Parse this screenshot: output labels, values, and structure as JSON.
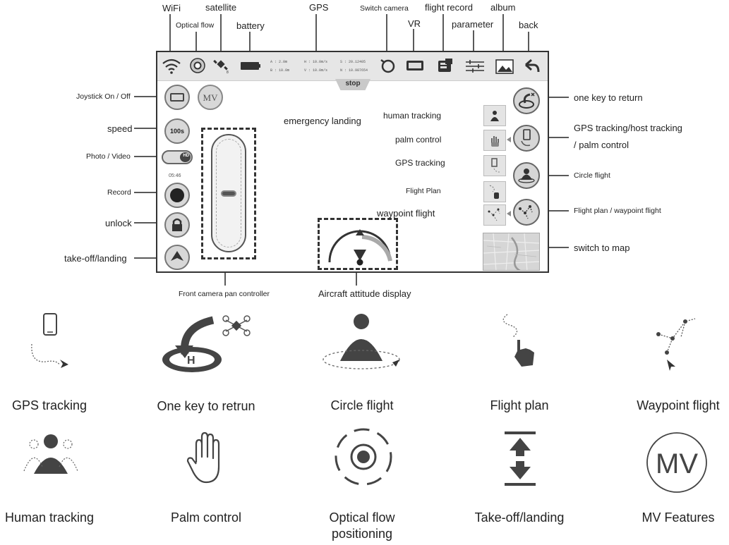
{
  "top_labels": {
    "wifi": "WiFi",
    "optical_flow": "Optical flow",
    "satellite": "satellite",
    "battery": "battery",
    "gps": "GPS",
    "switch_camera": "Switch camera",
    "vr": "VR",
    "flight_record": "flight record",
    "parameter": "parameter",
    "album": "album",
    "back": "back"
  },
  "left_labels": {
    "joystick": "Joystick On / Off",
    "speed": "speed",
    "photo_video": "Photo / Video",
    "record": "Record",
    "unlock": "unlock",
    "takeoff": "take-off/landing"
  },
  "right_labels": {
    "one_key_return": "one key to return",
    "gps_tracking_host_1": "GPS tracking/host tracking",
    "gps_tracking_host_2": "/ palm control",
    "circle_flight": "Circle flight",
    "flight_plan_waypoint": "Flight plan / waypoint flight",
    "switch_to_map": "switch to map"
  },
  "inner_labels": {
    "emergency_landing": "emergency landing",
    "human_tracking": "human tracking",
    "palm_control": "palm control",
    "gps_tracking": "GPS tracking",
    "flight_plan": "Flight Plan",
    "waypoint_flight": "waypoint flight"
  },
  "bottom_labels": {
    "camera_pan": "Front camera pan controller",
    "attitude": "Aircraft attitude display"
  },
  "screen": {
    "stop": "stop",
    "mv": "MV",
    "speed_value": "100s",
    "record_time": "05:46",
    "hd": "HD",
    "vr": "VR",
    "telemetry": {
      "a": "A : 2.0m",
      "b": "B : 10.0m",
      "h": "H : 10.0m/s",
      "v": "V : 10.0m/s",
      "s": "S : 20.12405",
      "n": "N : 10.987654"
    }
  },
  "features": [
    {
      "label": "GPS tracking",
      "icon": "phone-tracking-icon"
    },
    {
      "label": "One key to retrun",
      "icon": "one-key-return-icon"
    },
    {
      "label": "Circle flight",
      "icon": "circle-flight-icon"
    },
    {
      "label": "Flight plan",
      "icon": "flight-plan-icon"
    },
    {
      "label": "Waypoint flight",
      "icon": "waypoint-icon"
    },
    {
      "label": "Human tracking",
      "icon": "human-tracking-icon"
    },
    {
      "label": "Palm control",
      "icon": "palm-icon"
    },
    {
      "label": "Optical flow positioning",
      "icon": "optical-flow-icon"
    },
    {
      "label": "Take-off/landing",
      "icon": "takeoff-landing-icon"
    },
    {
      "label": "MV Features",
      "icon": "mv-icon"
    }
  ],
  "colors": {
    "icon_dark": "#3a3a3a",
    "screen_bar": "#e6e6e6"
  }
}
